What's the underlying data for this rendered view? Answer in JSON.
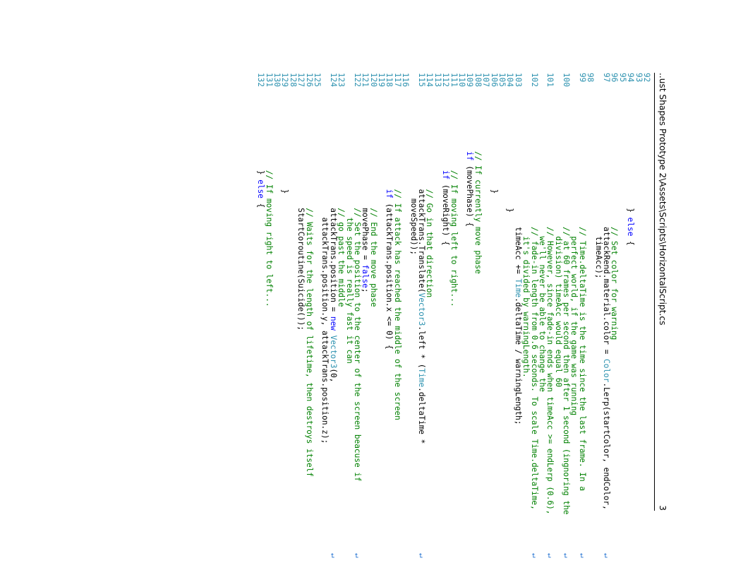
{
  "header": {
    "title": "..ust Shapes Prototype 2\\Assets\\Scripts\\HorizontalScript.cs",
    "page_number": "3"
  },
  "wrap_glyph": "↵",
  "lines": [
    {
      "n": "92",
      "tokens": []
    },
    {
      "n": "93",
      "tokens": []
    },
    {
      "n": "94",
      "tokens": [
        {
          "t": "",
          "v": "                        } "
        },
        {
          "t": "k",
          "v": "else"
        },
        {
          "t": "",
          "v": " {"
        }
      ]
    },
    {
      "n": "95",
      "tokens": []
    },
    {
      "n": "96",
      "tokens": [
        {
          "t": "c",
          "v": "                            // Set color for warning"
        }
      ]
    },
    {
      "n": "97",
      "tokens": [
        {
          "t": "",
          "v": "                            attackRend.material.color = "
        },
        {
          "t": "t",
          "v": "Color"
        },
        {
          "t": "",
          "v": ".Lerp(startColor, endColor, "
        }
      ],
      "wrap": true
    },
    {
      "n": "",
      "tokens": [
        {
          "t": "",
          "v": "                              timeAcc);"
        }
      ]
    },
    {
      "n": "98",
      "tokens": []
    },
    {
      "n": "99",
      "tokens": [
        {
          "t": "c",
          "v": "                            // Time.deltaTime is the time since the last frame. In a "
        }
      ],
      "wrap": true
    },
    {
      "n": "",
      "tokens": [
        {
          "t": "c",
          "v": "                              perfect world, if the game was running"
        }
      ]
    },
    {
      "n": "100",
      "tokens": [
        {
          "t": "c",
          "v": "                            // at 60 frames per second then after 1 second (ingnoring the "
        }
      ],
      "wrap": true
    },
    {
      "n": "",
      "tokens": [
        {
          "t": "c",
          "v": "                              division) timeAcc would equal 60"
        }
      ]
    },
    {
      "n": "101",
      "tokens": [
        {
          "t": "c",
          "v": "                            // However, since fade-in ends when timeAcc >= endLerp (0.6), "
        }
      ],
      "wrap": true
    },
    {
      "n": "",
      "tokens": [
        {
          "t": "c",
          "v": "                              we'll never be able to change the"
        }
      ]
    },
    {
      "n": "102",
      "tokens": [
        {
          "t": "c",
          "v": "                            // fade-in length from 0.6 seconds. To scale Time.deltaTime, "
        }
      ],
      "wrap": true
    },
    {
      "n": "",
      "tokens": [
        {
          "t": "c",
          "v": "                              it's divided by warningLength."
        }
      ]
    },
    {
      "n": "103",
      "tokens": [
        {
          "t": "",
          "v": "                            timeAcc += "
        },
        {
          "t": "t",
          "v": "Time"
        },
        {
          "t": "",
          "v": ".deltaTime / warningLength;"
        }
      ]
    },
    {
      "n": "104",
      "tokens": [
        {
          "t": "",
          "v": "                        }"
        }
      ]
    },
    {
      "n": "105",
      "tokens": []
    },
    {
      "n": "106",
      "tokens": [
        {
          "t": "",
          "v": "                    }"
        }
      ]
    },
    {
      "n": "107",
      "tokens": []
    },
    {
      "n": "108",
      "tokens": [
        {
          "t": "c",
          "v": "            // If currently move phase"
        }
      ]
    },
    {
      "n": "109",
      "tokens": [
        {
          "t": "",
          "v": "            "
        },
        {
          "t": "k",
          "v": "if"
        },
        {
          "t": "",
          "v": " (movePhase) {"
        }
      ]
    },
    {
      "n": "110",
      "tokens": []
    },
    {
      "n": "111",
      "tokens": [
        {
          "t": "c",
          "v": "                // If moving left to right..."
        }
      ]
    },
    {
      "n": "112",
      "tokens": [
        {
          "t": "",
          "v": "                "
        },
        {
          "t": "k",
          "v": "if"
        },
        {
          "t": "",
          "v": " (moveRight) {"
        }
      ]
    },
    {
      "n": "113",
      "tokens": []
    },
    {
      "n": "114",
      "tokens": [
        {
          "t": "c",
          "v": "                    // Go in that direction"
        }
      ]
    },
    {
      "n": "115",
      "tokens": [
        {
          "t": "",
          "v": "                    attackTrans.Translate("
        },
        {
          "t": "t",
          "v": "Vector3"
        },
        {
          "t": "",
          "v": ".left * ("
        },
        {
          "t": "t",
          "v": "Time"
        },
        {
          "t": "",
          "v": ".deltaTime * "
        }
      ],
      "wrap": true
    },
    {
      "n": "",
      "tokens": [
        {
          "t": "",
          "v": "                      moveSpeed));"
        }
      ]
    },
    {
      "n": "116",
      "tokens": []
    },
    {
      "n": "117",
      "tokens": [
        {
          "t": "c",
          "v": "                    // If attack has reached the middle of the screen"
        }
      ]
    },
    {
      "n": "118",
      "tokens": [
        {
          "t": "",
          "v": "                    "
        },
        {
          "t": "k",
          "v": "if"
        },
        {
          "t": "",
          "v": " (attackTrans.position.x <= 0) {"
        }
      ]
    },
    {
      "n": "119",
      "tokens": []
    },
    {
      "n": "120",
      "tokens": [
        {
          "t": "c",
          "v": "                        // End the move phase"
        }
      ]
    },
    {
      "n": "121",
      "tokens": [
        {
          "t": "",
          "v": "                        movePhase = "
        },
        {
          "t": "k",
          "v": "false"
        },
        {
          "t": "",
          "v": ";"
        }
      ]
    },
    {
      "n": "122",
      "tokens": [
        {
          "t": "c",
          "v": "                        // Set the position to the center of the screen beacuse if "
        }
      ],
      "wrap": true
    },
    {
      "n": "",
      "tokens": [
        {
          "t": "c",
          "v": "                          the speed is really fast it can"
        }
      ]
    },
    {
      "n": "123",
      "tokens": [
        {
          "t": "c",
          "v": "                        // go past the middle"
        }
      ]
    },
    {
      "n": "124",
      "tokens": [
        {
          "t": "",
          "v": "                        attackTrans.position = "
        },
        {
          "t": "k",
          "v": "new"
        },
        {
          "t": "",
          "v": " "
        },
        {
          "t": "t",
          "v": "Vector3"
        },
        {
          "t": "",
          "v": "(0, "
        }
      ],
      "wrap": true
    },
    {
      "n": "",
      "tokens": [
        {
          "t": "",
          "v": "                          attackTrans.position.y, attackTrans.position.z);"
        }
      ]
    },
    {
      "n": "125",
      "tokens": []
    },
    {
      "n": "126",
      "tokens": [
        {
          "t": "c",
          "v": "                        // Waits for the length of lifetime, then destroys itself"
        }
      ]
    },
    {
      "n": "127",
      "tokens": [
        {
          "t": "",
          "v": "                        StartCoroutine(Suicide());"
        }
      ]
    },
    {
      "n": "128",
      "tokens": []
    },
    {
      "n": "129",
      "tokens": [
        {
          "t": "",
          "v": "                    }"
        }
      ]
    },
    {
      "n": "130",
      "tokens": []
    },
    {
      "n": "131",
      "tokens": [
        {
          "t": "c",
          "v": "                // If moving right to left..."
        }
      ]
    },
    {
      "n": "132",
      "tokens": [
        {
          "t": "",
          "v": "                } "
        },
        {
          "t": "k",
          "v": "else"
        },
        {
          "t": "",
          "v": " {"
        }
      ]
    }
  ]
}
